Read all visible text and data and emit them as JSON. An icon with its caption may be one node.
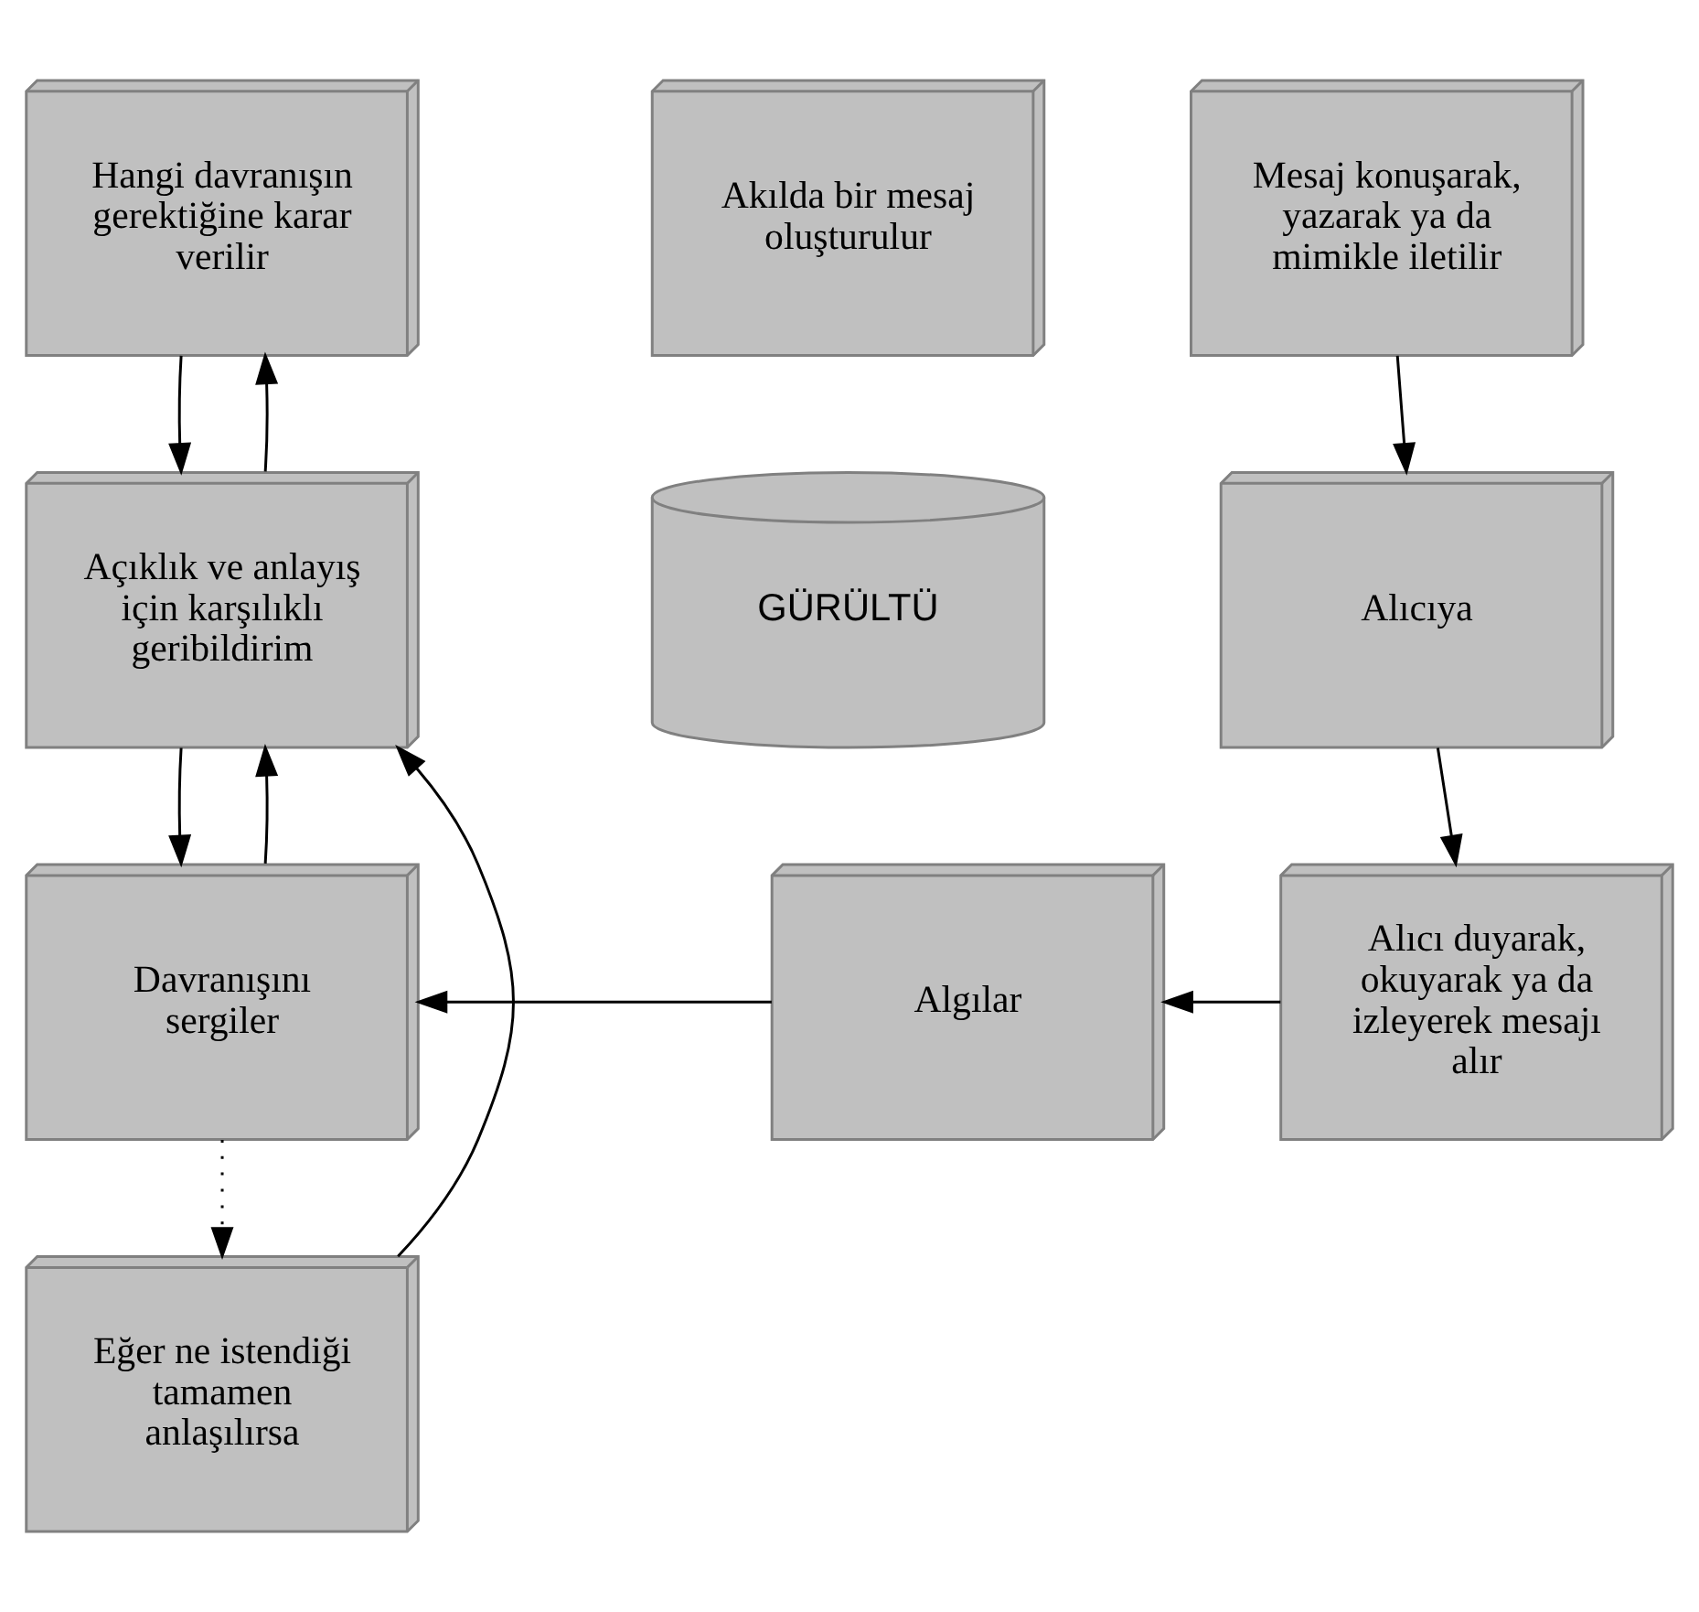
{
  "diagram": {
    "nodes": [
      {
        "text": [
          "Hangi davranışın gerektiğine karar verilir"
        ]
      },
      {
        "text": [
          "Akılda bir mesaj oluşturulur"
        ]
      },
      {
        "text": [
          "Mesaj konuşarak, yazarak ya da mimikle iletilir"
        ]
      },
      {
        "text": [
          "Açıklık ve anlayış için karşılıklı geribildirim"
        ]
      },
      {
        "text": [
          "GÜRÜLTÜ"
        ]
      },
      {
        "text": [
          "Alıcıya"
        ]
      },
      {
        "text": [
          "Davranışını sergiler"
        ]
      },
      {
        "text": [
          "Algılar"
        ]
      },
      {
        "text": [
          "Alıcı duyarak, okuyarak ya da izleyerek mesajı alır"
        ]
      },
      {
        "text": [
          "Eğer ne istendiği tamamen anlaşılırsa"
        ]
      }
    ],
    "edges": [
      {
        "from": 3,
        "to": 0,
        "arrow": "to"
      },
      {
        "from": 0,
        "to": 3,
        "arrow": "to"
      },
      {
        "from": 2,
        "to": 5,
        "arrow": "to"
      },
      {
        "from": 5,
        "to": 8,
        "arrow": "to"
      },
      {
        "from": 8,
        "to": 7,
        "arrow": "to"
      },
      {
        "from": 7,
        "to": 6,
        "arrow": "to"
      },
      {
        "from": 6,
        "to": 3,
        "arrow": "to"
      },
      {
        "from": 3,
        "to": 6,
        "arrow": "to"
      },
      {
        "from": 6,
        "to": 9,
        "arrow": "to",
        "style": "dashed"
      },
      {
        "from": 9,
        "to": 3,
        "arrow": "to"
      }
    ]
  }
}
